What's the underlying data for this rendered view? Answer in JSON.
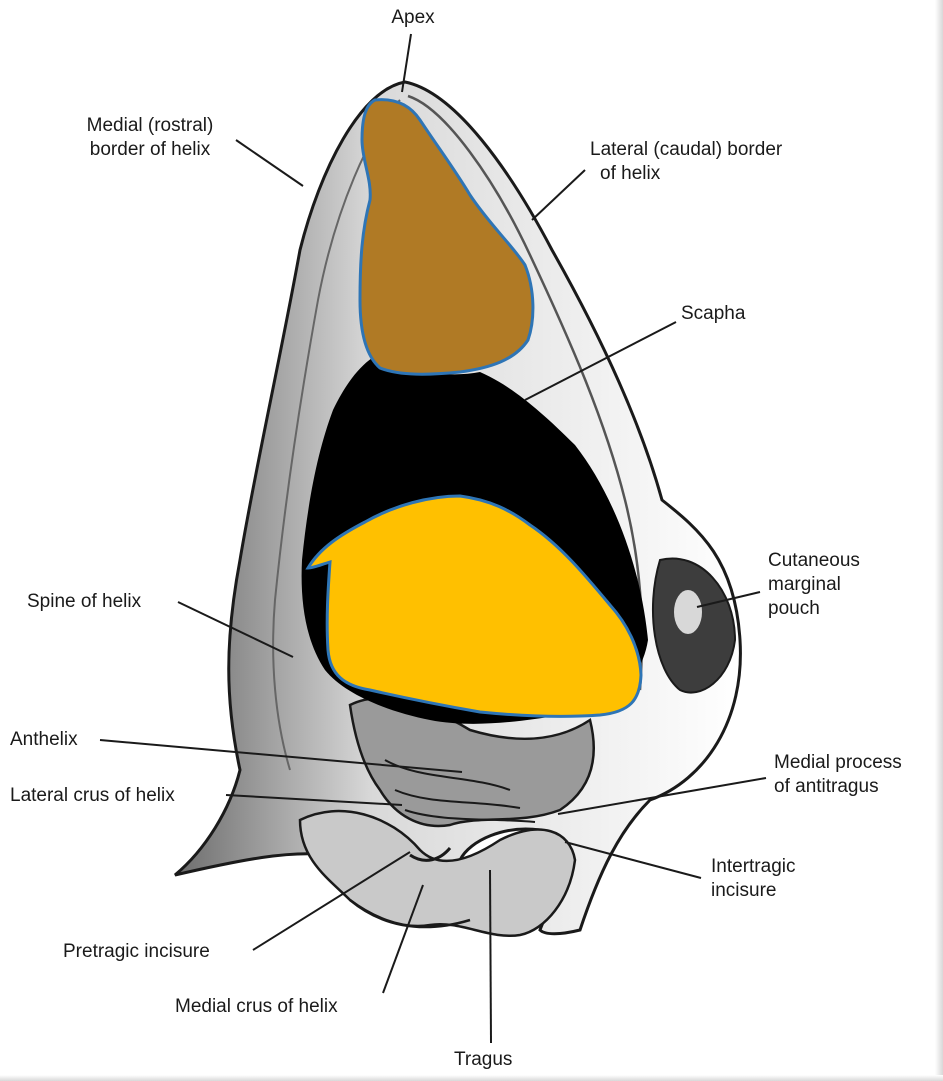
{
  "labels": {
    "apex": "Apex",
    "medial_border": [
      "Medial (rostral)",
      "border of helix"
    ],
    "lateral_border": [
      "Lateral (caudal) border",
      "of helix"
    ],
    "scapha": "Scapha",
    "cutaneous_pouch": [
      "Cutaneous",
      "marginal",
      "pouch"
    ],
    "spine_helix": "Spine of helix",
    "anthelix": "Anthelix",
    "lateral_crus": "Lateral crus of helix",
    "medial_process": [
      "Medial process",
      "of antitragus"
    ],
    "intertragic": [
      "Intertragic",
      "incisure"
    ],
    "pretragic": "Pretragic incisure",
    "medial_crus": "Medial crus of helix",
    "tragus": "Tragus"
  },
  "colors": {
    "outline": "#1a1a1a",
    "region_brown": "#b07a25",
    "region_black": "#000000",
    "region_gold": "#ffc000",
    "region_stroke": "#2e75b6"
  }
}
